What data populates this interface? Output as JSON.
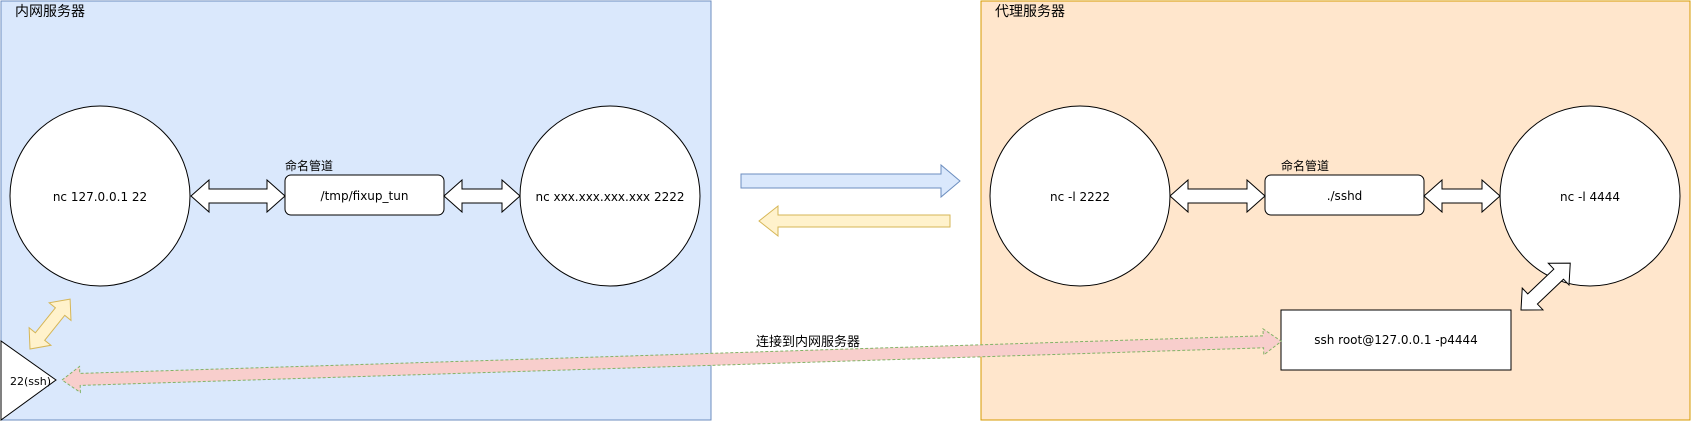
{
  "left_panel": {
    "title": "内网服务器",
    "fill": "#dae8fc",
    "stroke": "#6c8ebf"
  },
  "right_panel": {
    "title": "代理服务器",
    "fill": "#ffe6cc",
    "stroke": "#d79b00"
  },
  "nodes": {
    "nc_local": "nc 127.0.0.1 22",
    "fifo_left": "/tmp/fixup_tun",
    "nc_remote": "nc xxx.xxx.xxx.xxx 2222",
    "nc_listen_2222": "nc -l 2222",
    "sshd": "./sshd",
    "nc_listen_4444": "nc -l 4444",
    "ssh_client": "ssh root@127.0.0.1 -p4444",
    "port_ssh": "22(ssh)"
  },
  "labels": {
    "pipe_left": "命名管道",
    "pipe_right": "命名管道",
    "connect": "连接到内网服务器"
  },
  "colors": {
    "blue_arrow_fill": "#dae8fc",
    "blue_arrow_stroke": "#6c8ebf",
    "yellow_arrow_fill": "#fff2cc",
    "yellow_arrow_stroke": "#d6b656",
    "pink_arrow_fill": "#f8cecc",
    "pink_arrow_stroke": "#82b366"
  }
}
